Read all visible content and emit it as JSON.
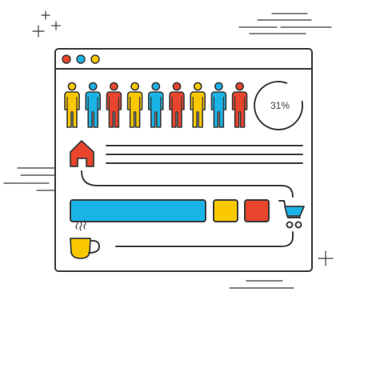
{
  "window": {
    "traffic_lights": [
      {
        "name": "close-dot",
        "color": "#e8452c"
      },
      {
        "name": "minimize-dot",
        "color": "#1ab3e6"
      },
      {
        "name": "maximize-dot",
        "color": "#f9c800"
      }
    ]
  },
  "people": {
    "icon": "person-icon",
    "colors": [
      "#f9c800",
      "#1ab3e6",
      "#e8452c",
      "#f9c800",
      "#1ab3e6",
      "#e8452c",
      "#f9c800",
      "#1ab3e6",
      "#e8452c"
    ]
  },
  "gauge": {
    "label": "31%",
    "value": 0.31
  },
  "home": {
    "icon": "house-icon",
    "color": "#e8452c"
  },
  "cart": {
    "icon": "shopping-cart-icon",
    "color": "#1ab3e6"
  },
  "coffee": {
    "icon": "coffee-cup-icon",
    "color": "#f9c800"
  },
  "buttons": {
    "wide_bar_color": "#1ab3e6",
    "yellow_square_color": "#f9c800",
    "red_square_color": "#e8452c"
  }
}
